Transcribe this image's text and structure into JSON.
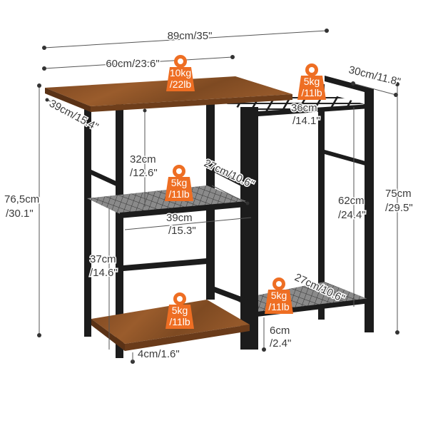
{
  "product": {
    "colors": {
      "wood": "#8a4f22",
      "metal": "#1c1c1c",
      "badge": "#ee6e23"
    },
    "dimensions": {
      "total_width": "89cm/35\"",
      "table_width": "60cm/23.6\"",
      "side_depth": "30cm/11.8\"",
      "table_depth": "39cm/15.4\"",
      "side_shelf_width_a": "36cm",
      "side_shelf_width_b": "/14.1\"",
      "upper_gap_a": "32cm",
      "upper_gap_b": "/12.6\"",
      "middle_shelf_depth": "27cm/10.6\"",
      "middle_shelf_width_a": "39cm",
      "middle_shelf_width_b": "/15.3\"",
      "table_height_a": "76,5cm",
      "table_height_b": "/30.1\"",
      "side_height_a": "75cm",
      "side_height_b": "/29.5\"",
      "side_inner_height_a": "62cm",
      "side_inner_height_b": "/24.4\"",
      "lower_gap_a": "37cm",
      "lower_gap_b": "/14.6\"",
      "bottom_side_shelf_depth": "27cm/10.6\"",
      "side_clearance_a": "6cm",
      "side_clearance_b": "/2.4\"",
      "bottom_clearance": "4cm/1.6\""
    },
    "load_badges": [
      {
        "icon": "weight-icon",
        "kg": "10kg",
        "lb": "/22lb"
      },
      {
        "icon": "weight-icon",
        "kg": "5kg",
        "lb": "/11lb"
      },
      {
        "icon": "weight-icon",
        "kg": "5kg",
        "lb": "/11lb"
      },
      {
        "icon": "weight-icon",
        "kg": "5kg",
        "lb": "/11lb"
      },
      {
        "icon": "weight-icon",
        "kg": "5kg",
        "lb": "/11lb"
      }
    ]
  }
}
